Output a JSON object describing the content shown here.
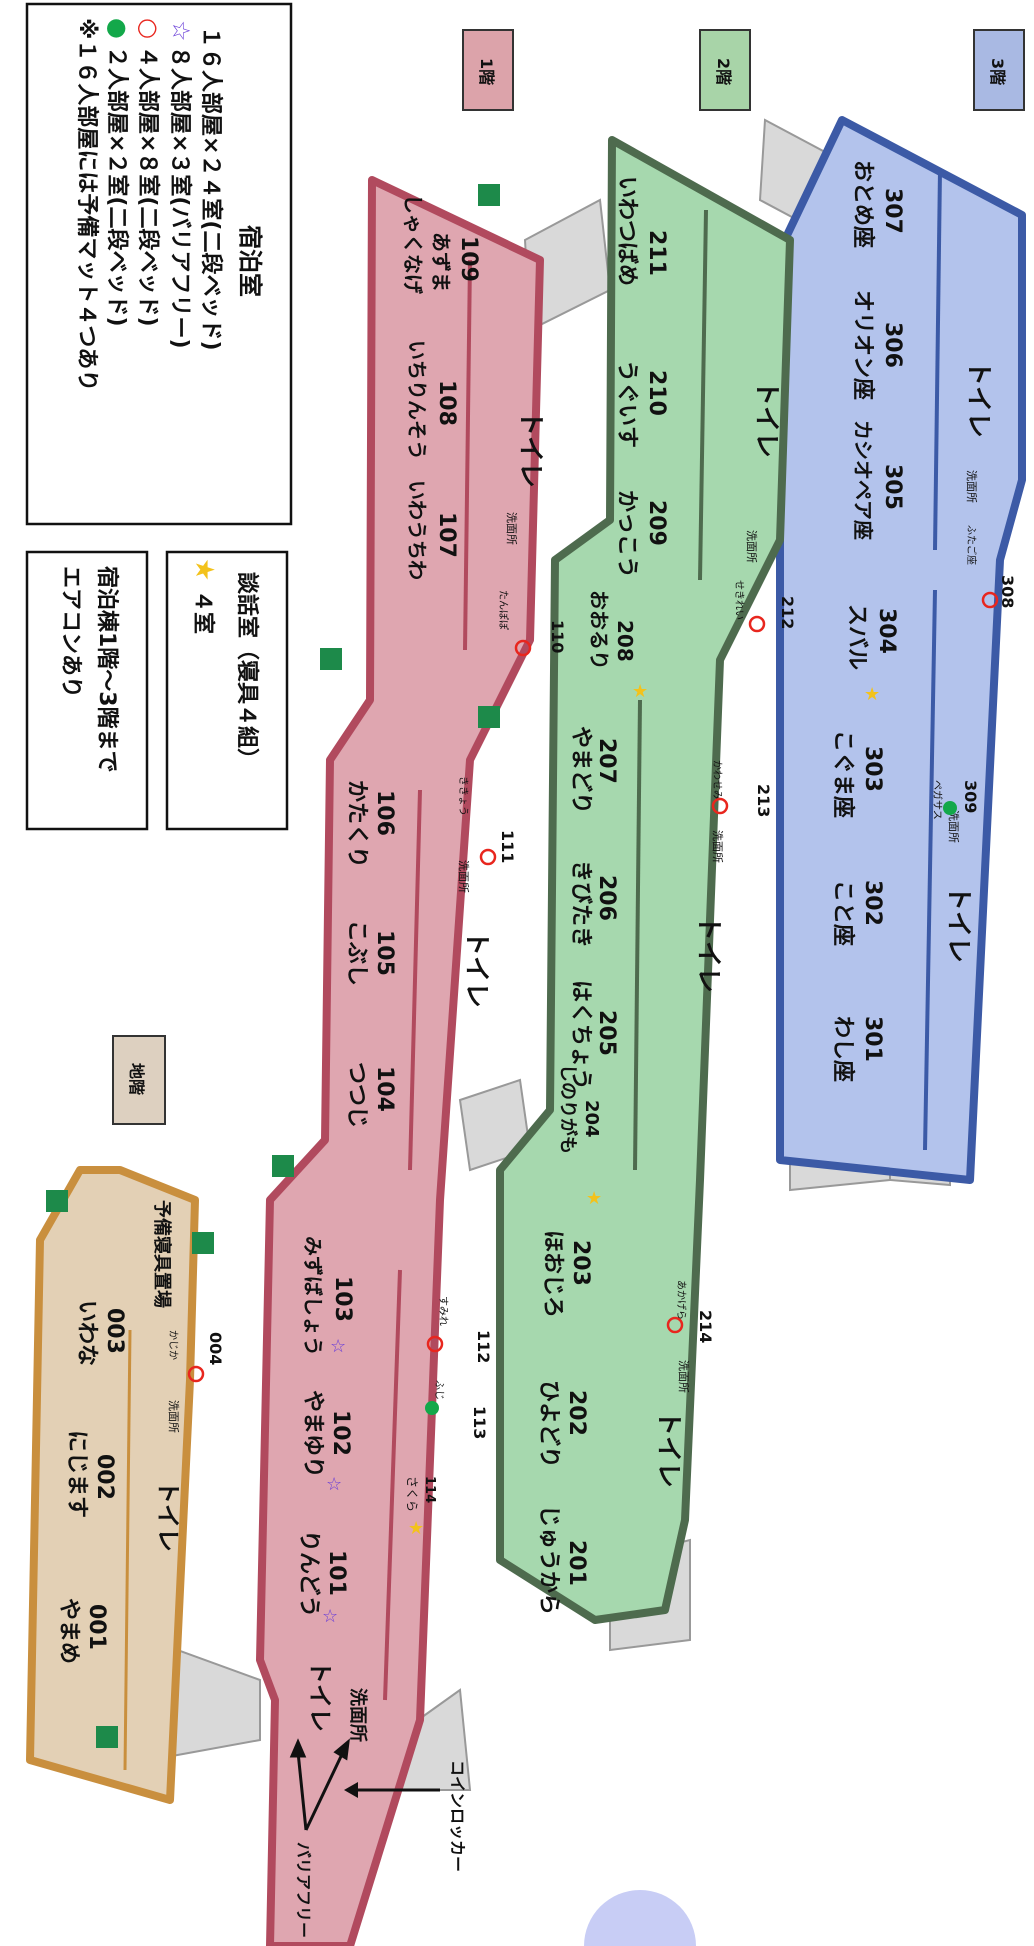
{
  "floor_tabs": {
    "f3": {
      "label": "3階",
      "color": "#a9b9e3"
    },
    "f2": {
      "label": "2階",
      "color": "#a8d4a8"
    },
    "f1": {
      "label": "1階",
      "color": "#dca3aa"
    },
    "fb": {
      "label": "地階",
      "color": "#ddd0c0"
    }
  },
  "legend_main": {
    "title": "宿泊室",
    "line1": "１６人部屋×２４室(二段ベッド)",
    "line2": "８人部屋×３室(バリアフリー)",
    "line3": "４人部屋×８室(二段ベッド)",
    "line4": "２人部屋×２室(二段ベッド)",
    "line5": "※１６人部屋には予備マット４つあり"
  },
  "legend_lounge": {
    "line1": "談話室（寝具４組）",
    "line2": "４室"
  },
  "legend_ac": {
    "line1": "宿泊棟1階～3階まで",
    "line2": "エアコンあり"
  },
  "floor3": {
    "rooms": [
      {
        "num": "307",
        "name": "おとめ座"
      },
      {
        "num": "306",
        "name": "オリオン座"
      },
      {
        "num": "305",
        "name": "カシオペア座"
      },
      {
        "num": "304",
        "name": "スバル"
      },
      {
        "num": "303",
        "name": "こぐま座"
      },
      {
        "num": "302",
        "name": "こと座"
      },
      {
        "num": "301",
        "name": "わし座"
      }
    ],
    "toilet_a": "トイレ",
    "toilet_b": "トイレ",
    "wash_a": "洗面所",
    "wash_b": "洗面所",
    "small_room_308": {
      "num": "308",
      "name": "ふたご座"
    },
    "small_room_309": {
      "num": "309",
      "name": "ペガサス"
    }
  },
  "floor2": {
    "rooms": [
      {
        "num": "211",
        "name": "いわつばめ"
      },
      {
        "num": "210",
        "name": "うぐいす"
      },
      {
        "num": "209",
        "name": "かっこう"
      },
      {
        "num": "208",
        "name": "おおるり"
      },
      {
        "num": "207",
        "name": "やまどり"
      },
      {
        "num": "206",
        "name": "きびたき"
      },
      {
        "num": "205",
        "name": "はくちょう"
      },
      {
        "num": "204",
        "name": "しのりがも"
      },
      {
        "num": "203",
        "name": "ほおじろ"
      },
      {
        "num": "202",
        "name": "ひよどり"
      },
      {
        "num": "201",
        "name": "じゅうから"
      }
    ],
    "toilet_a": "トイレ",
    "toilet_b": "トイレ",
    "toilet_c": "トイレ",
    "wash_a": "洗面所",
    "wash_b": "洗面所",
    "wash_c": "洗面所",
    "small_room_212": {
      "num": "212",
      "name": "せきれい"
    },
    "small_room_213": {
      "num": "213",
      "name": "かわせみ"
    },
    "small_room_214": {
      "num": "214",
      "name": "あかげら"
    }
  },
  "floor1": {
    "rooms": [
      {
        "num": "109",
        "name": "しゃくなげ",
        "name2": "あずま"
      },
      {
        "num": "108",
        "name": "いちりんそう"
      },
      {
        "num": "107",
        "name": "いわうちわ"
      },
      {
        "num": "106",
        "name": "かたくり"
      },
      {
        "num": "105",
        "name": "こぶし"
      },
      {
        "num": "104",
        "name": "つつじ"
      },
      {
        "num": "103",
        "name": "みずばしょう"
      },
      {
        "num": "102",
        "name": "やまゆり"
      },
      {
        "num": "101",
        "name": "りんどう"
      }
    ],
    "toilet_a": "トイレ",
    "toilet_b": "トイレ",
    "toilet_c": "トイレ",
    "wash_a": "洗面所",
    "wash_b": "洗面所",
    "wash_c": "洗面所",
    "small_room_110": {
      "num": "110",
      "name": "たんぽぽ"
    },
    "small_room_111": {
      "num": "111",
      "name": "ききょう"
    },
    "small_room_112": {
      "num": "112",
      "name": "すみれ"
    },
    "small_room_113": {
      "num": "113",
      "name": "ふじ"
    },
    "small_room_114": {
      "num": "114",
      "name": "さくら"
    }
  },
  "basement": {
    "rooms": [
      {
        "num": "003",
        "name": "いわな"
      },
      {
        "num": "002",
        "name": "にじます"
      },
      {
        "num": "001",
        "name": "やまめ"
      }
    ],
    "storage": "予備寝具置場",
    "toilet": "トイレ",
    "wash": "洗面所",
    "small_room_004": {
      "num": "004",
      "name": "かじか"
    }
  },
  "annotations": {
    "coin_locker": "コインロッカー",
    "barrier_free": "バリアフリー"
  },
  "colors": {
    "f3_fill": "#b3c3ec",
    "f3_stroke": "#3c5aa6",
    "f2_fill": "#a6d8ae",
    "f2_stroke": "#4e6b4e",
    "f1_fill": "#dfa6b0",
    "f1_stroke": "#b14a5e",
    "fb_fill": "#e3d0b5",
    "fb_stroke": "#c98f3e",
    "emergency_exit": "#1d8a4a",
    "star_purple": "#6a3fd8",
    "star_yellow": "#f3c21b",
    "circle_red": "#e8261e",
    "dot_green": "#13a84a"
  }
}
